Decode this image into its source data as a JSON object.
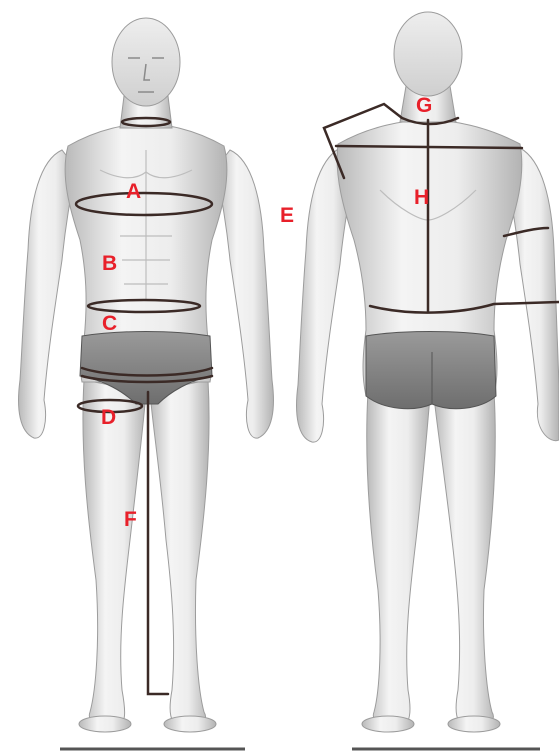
{
  "colors": {
    "label": "#e8202a",
    "measure_line": "#3b2a26",
    "skin_light": "#f2f2f2",
    "skin_mid": "#d6d6d6",
    "skin_shadow": "#a9a9a9",
    "briefs": "#8a8a8a",
    "floor": "#555555"
  },
  "labels": {
    "a": "A",
    "b": "B",
    "c": "C",
    "d": "D",
    "e": "E",
    "f": "F",
    "g": "G",
    "h": "H"
  }
}
